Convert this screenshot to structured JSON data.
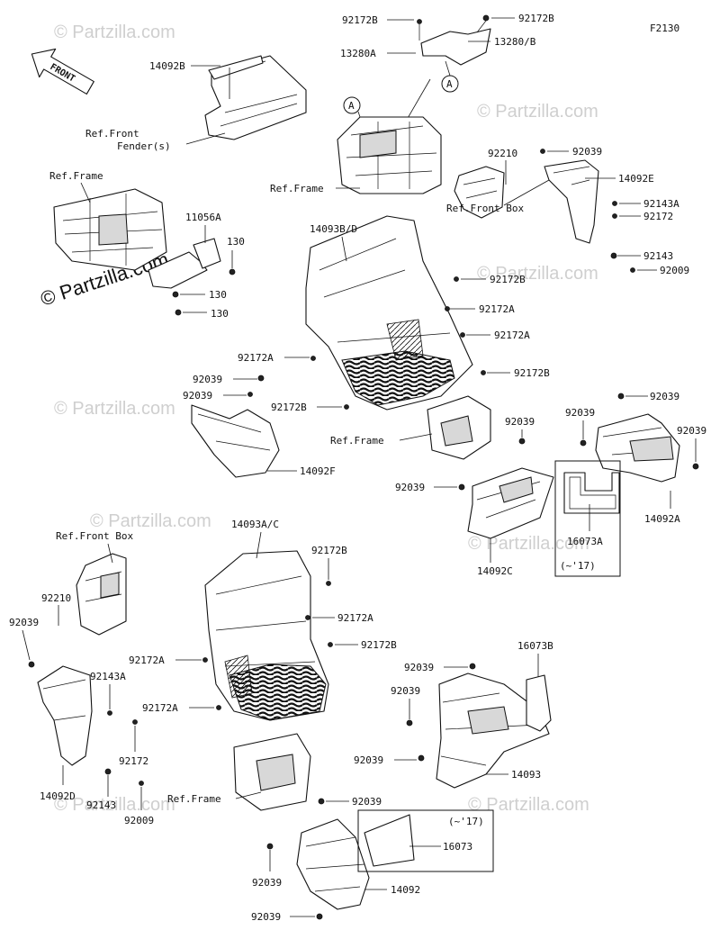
{
  "diagram_code": "F2130",
  "front_arrow_label": "FRONT",
  "watermark": "© Partzilla.com",
  "callouts": [
    "A",
    "A"
  ],
  "labels": {
    "p14092B": "14092B",
    "refFrontFender1": "Ref.Front",
    "refFrontFender2": "Fender(s)",
    "p92172B_tl": "92172B",
    "p92172B_tr": "92172B",
    "p13280A": "13280A",
    "p13280B": "13280/B",
    "refFrame_top": "Ref.Frame",
    "p92210_top": "92210",
    "p92039_top": "92039",
    "p14092E": "14092E",
    "p92143A_top": "92143A",
    "p92172_top": "92172",
    "refFrontBox_top": "Ref.Front Box",
    "p92143_top": "92143",
    "p92009_top": "92009",
    "refFrame_left": "Ref.Frame",
    "p11056A": "11056A",
    "p130_a": "130",
    "p130_b": "130",
    "p130_c": "130",
    "p14093BD": "14093B/D",
    "p92172B_m1": "92172B",
    "p92172A_m1": "92172A",
    "p92172A_m2": "92172A",
    "p92172A_m3": "92172A",
    "p92172B_m2": "92172B",
    "p92172B_m3": "92172B",
    "p92039_m1": "92039",
    "p92039_m2": "92039",
    "refFrame_mid": "Ref.Frame",
    "p14092F": "14092F",
    "p92039_m3": "92039",
    "p92039_m4": "92039",
    "p92039_m5": "92039",
    "p92039_m6": "92039",
    "p14092C": "14092C",
    "p16073A": "16073A",
    "range17_a": "(~'17)",
    "p14092A": "14092A",
    "refFrontBox_left": "Ref.Front Box",
    "p14093AC": "14093A/C",
    "p92172B_l1": "92172B",
    "p92172A_l1": "92172A",
    "p92172B_l2": "92172B",
    "p92172A_l2": "92172A",
    "p92172A_l3": "92172A",
    "p92210_left": "92210",
    "p92039_left": "92039",
    "p92143A_left": "92143A",
    "p92172_left": "92172",
    "p14092D": "14092D",
    "p92143_left": "92143",
    "p92009_left": "92009",
    "refFrame_bot": "Ref.Frame",
    "p92039_b1": "92039",
    "p92039_b2": "92039",
    "p92039_b3": "92039",
    "p16073B": "16073B",
    "p14093": "14093",
    "p92039_b4": "92039",
    "range17_b": "(~'17)",
    "p16073": "16073",
    "p92039_b5": "92039",
    "p14092": "14092",
    "p92039_b6": "92039"
  }
}
